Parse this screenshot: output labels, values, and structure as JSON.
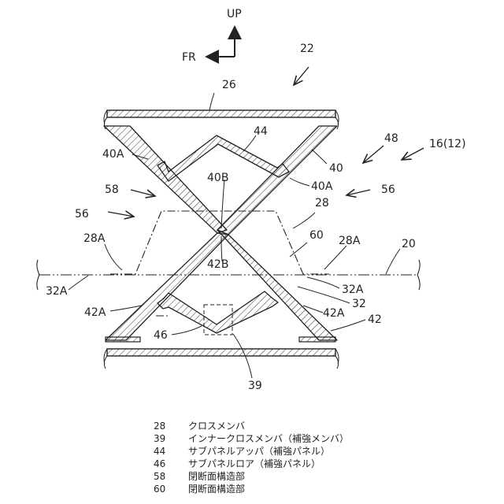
{
  "direction": {
    "up": "UP",
    "front": "FR"
  },
  "labels": {
    "l22": "22",
    "l26": "26",
    "l44": "44",
    "l48": "48",
    "l16_12": "16(12)",
    "l40A_top": "40A",
    "l40": "40",
    "l40B": "40B",
    "l40A_mid": "40A",
    "l58": "58",
    "l56_right": "56",
    "l28_top": "28",
    "l56_left": "56",
    "l60": "60",
    "l28A_left": "28A",
    "l28A_right": "28A",
    "l20": "20",
    "l42B": "42B",
    "l32A_left": "32A",
    "l32A_right": "32A",
    "l32": "32",
    "l42A_left": "42A",
    "l42A_right": "42A",
    "l42": "42",
    "l46": "46",
    "l39": "39"
  },
  "legend": [
    {
      "num": "28",
      "text": "クロスメンバ"
    },
    {
      "num": "39",
      "text": "インナークロスメンバ（補強メンバ）"
    },
    {
      "num": "44",
      "text": "サブパネルアッパ（補強パネル）"
    },
    {
      "num": "46",
      "text": "サブパネルロア（補強パネル）"
    },
    {
      "num": "58",
      "text": "閉断面構造部"
    },
    {
      "num": "60",
      "text": "閉断面構造部"
    }
  ],
  "colors": {
    "line": "#222222",
    "hatch": "#444444",
    "background": "#ffffff"
  }
}
